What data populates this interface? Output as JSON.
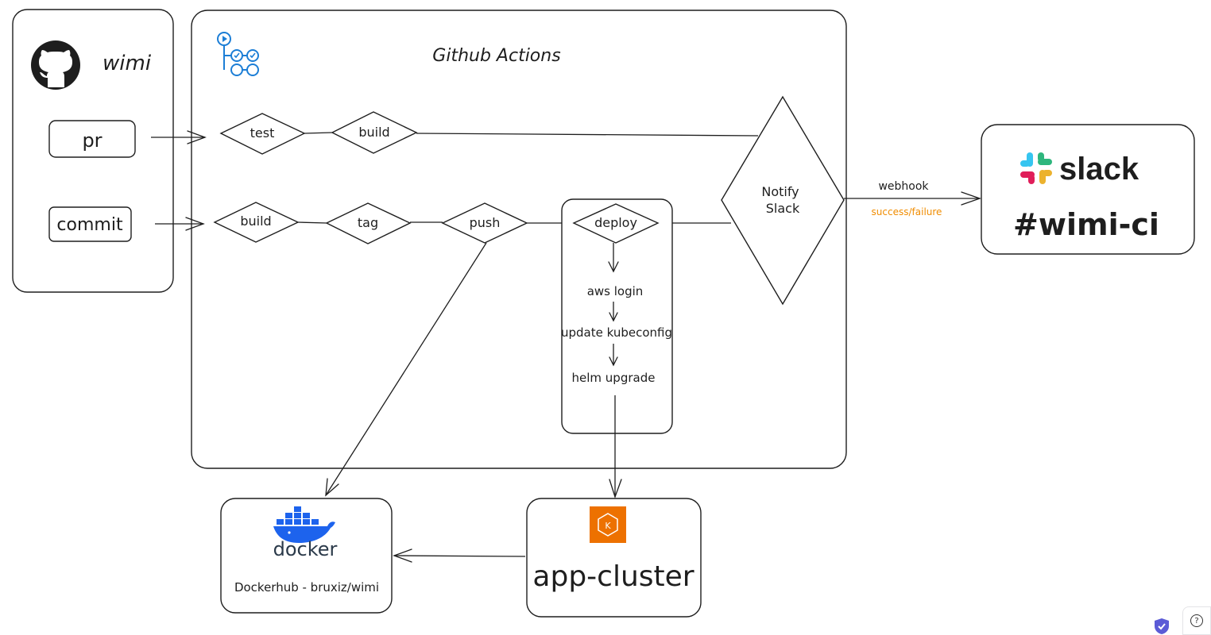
{
  "repo": {
    "name": "wimi",
    "triggers": [
      "pr",
      "commit"
    ]
  },
  "actions": {
    "title": "Github Actions"
  },
  "pipeline_pr": [
    "test",
    "build"
  ],
  "pipeline_commit": [
    "build",
    "tag",
    "push",
    "deploy"
  ],
  "deploy_steps": [
    "aws login",
    "update kubeconfig",
    "helm upgrade"
  ],
  "notify": {
    "line1": "Notify",
    "line2": "Slack"
  },
  "webhook": {
    "label": "webhook",
    "sublabel": "success/failure",
    "sublabel_color": "#f08c00"
  },
  "slack": {
    "brand": "slack",
    "channel": "#wimi-ci"
  },
  "docker": {
    "brand": "docker",
    "label": "Dockerhub - bruxiz/wimi"
  },
  "cluster": {
    "name": "app-cluster",
    "badge": "K"
  },
  "icons": [
    "github-icon",
    "workflow-icon",
    "slack-icon",
    "docker-icon",
    "eks-icon",
    "shield-icon",
    "help-icon"
  ],
  "help": {
    "glyph": "?"
  }
}
